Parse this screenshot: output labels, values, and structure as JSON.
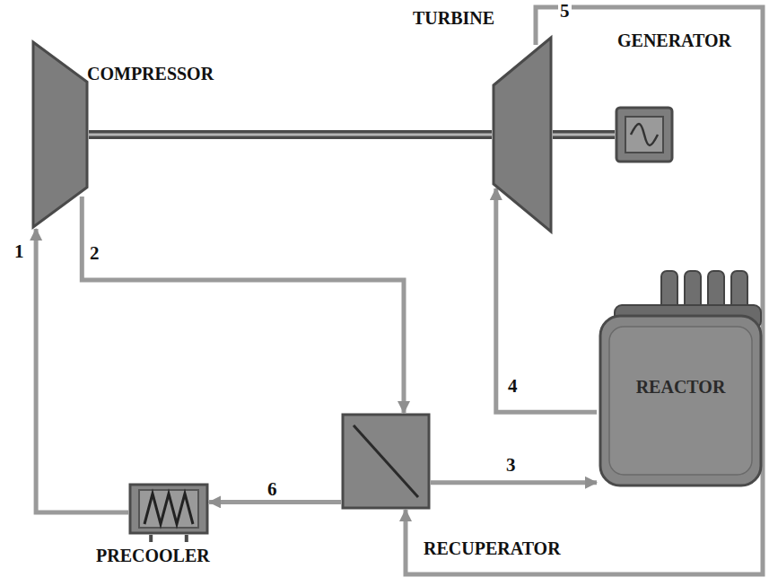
{
  "diagram": {
    "nodes": [
      {
        "text": [
          "COMPRESSOR"
        ]
      },
      {
        "text": [
          "TURBINE"
        ]
      },
      {
        "text": [
          "GENERATOR"
        ]
      },
      {
        "text": [
          "REACTOR"
        ]
      },
      {
        "text": [
          "RECUPERATOR"
        ]
      },
      {
        "text": [
          "PRECOOLER"
        ]
      }
    ],
    "edges": [
      {
        "from": 5,
        "to": 0,
        "label": "1",
        "arrow": "to"
      },
      {
        "from": 0,
        "to": 4,
        "label": "2",
        "arrow": "to"
      },
      {
        "from": 4,
        "to": 3,
        "label": "3",
        "arrow": "to"
      },
      {
        "from": 3,
        "to": 1,
        "label": "4",
        "arrow": "to"
      },
      {
        "from": 1,
        "to": 4,
        "label": "5",
        "arrow": "to"
      },
      {
        "from": 4,
        "to": 5,
        "label": "6",
        "arrow": "to"
      },
      {
        "from": 0,
        "to": 1,
        "arrow": "none"
      },
      {
        "from": 1,
        "to": 2,
        "arrow": "none"
      }
    ]
  }
}
